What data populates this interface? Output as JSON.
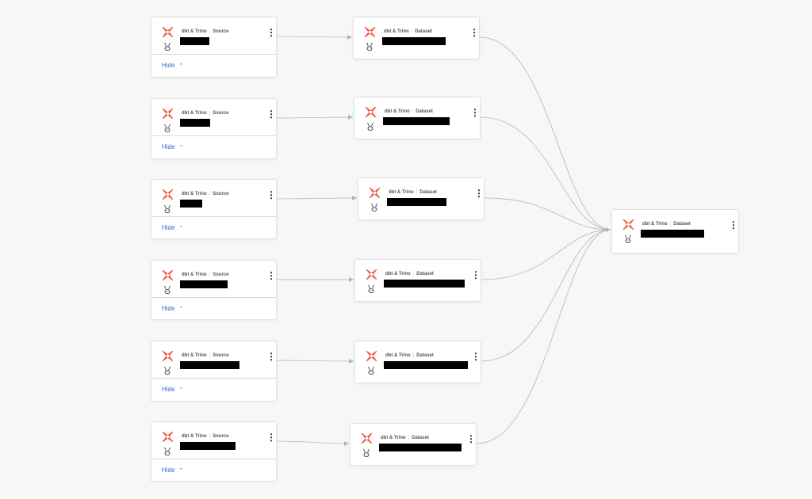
{
  "colors": {
    "background": "#f7f7f7",
    "edge": "#b5b5b5",
    "link": "#2e74c9",
    "dbt_brand": "#ef5c43"
  },
  "sources": [
    {
      "platform": "dbt & Trino",
      "type": "Source",
      "hide_label": "Hide"
    },
    {
      "platform": "dbt & Trino",
      "type": "Source",
      "hide_label": "Hide"
    },
    {
      "platform": "dbt & Trino",
      "type": "Source",
      "hide_label": "Hide"
    },
    {
      "platform": "dbt & Trino",
      "type": "Source",
      "hide_label": "Hide"
    },
    {
      "platform": "dbt & Trino",
      "type": "Source",
      "hide_label": "Hide"
    },
    {
      "platform": "dbt & Trino",
      "type": "Source",
      "hide_label": "Hide"
    }
  ],
  "datasets": [
    {
      "platform": "dbt & Trino",
      "type": "Dataset"
    },
    {
      "platform": "dbt & Trino",
      "type": "Dataset"
    },
    {
      "platform": "dbt & Trino",
      "type": "Dataset"
    },
    {
      "platform": "dbt & Trino",
      "type": "Dataset"
    },
    {
      "platform": "dbt & Trino",
      "type": "Dataset"
    },
    {
      "platform": "dbt & Trino",
      "type": "Dataset"
    }
  ],
  "target": {
    "platform": "dbt & Trino",
    "type": "Dataset"
  },
  "icons": {
    "platform_logo": "dbt-logo-icon",
    "engine_logo": "trino-bunny-icon",
    "menu": "more-vertical-icon",
    "collapse": "chevron-up-icon"
  },
  "glyphs": {
    "menu": "⋮",
    "chevron_up": "⌃"
  }
}
